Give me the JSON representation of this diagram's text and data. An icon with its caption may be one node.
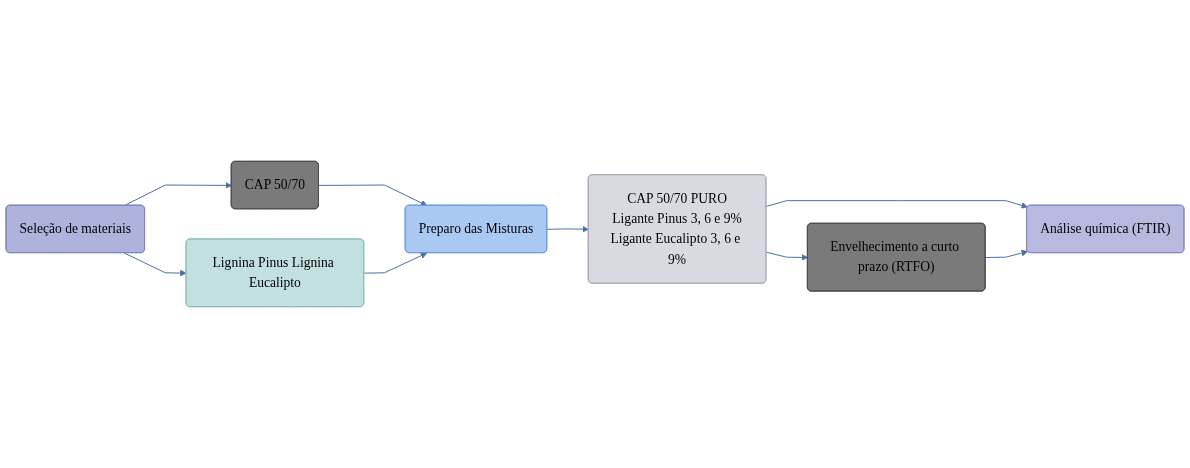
{
  "diagram": {
    "nodes": [
      {
        "text": [
          "Seleção de materiais"
        ]
      },
      {
        "text": [
          "CAP 50/70"
        ]
      },
      {
        "text": [
          "Preparo das Misturas"
        ]
      },
      {
        "text": [
          "Lignina Pinus Lignina Eucalipto"
        ]
      },
      {
        "text": [
          "CAP 50/70 PURO",
          "Ligante Pinus 3, 6 e 9%",
          "Ligante Eucalipto 3, 6 e 9%"
        ]
      },
      {
        "text": [
          "Envelhecimento a curto prazo (RTFO)"
        ]
      },
      {
        "text": [
          "Análise química (FTIR)"
        ]
      }
    ],
    "edges": [
      {
        "from": 0,
        "to": 1,
        "arrow": "to"
      },
      {
        "from": 0,
        "to": 3,
        "arrow": "to"
      },
      {
        "from": 1,
        "to": 2,
        "arrow": "to"
      },
      {
        "from": 3,
        "to": 2,
        "arrow": "to"
      },
      {
        "from": 2,
        "to": 4,
        "arrow": "to"
      },
      {
        "from": 4,
        "to": 5,
        "arrow": "to"
      },
      {
        "from": 4,
        "to": 6,
        "arrow": "to"
      },
      {
        "from": 5,
        "to": 6,
        "arrow": "to"
      }
    ]
  }
}
